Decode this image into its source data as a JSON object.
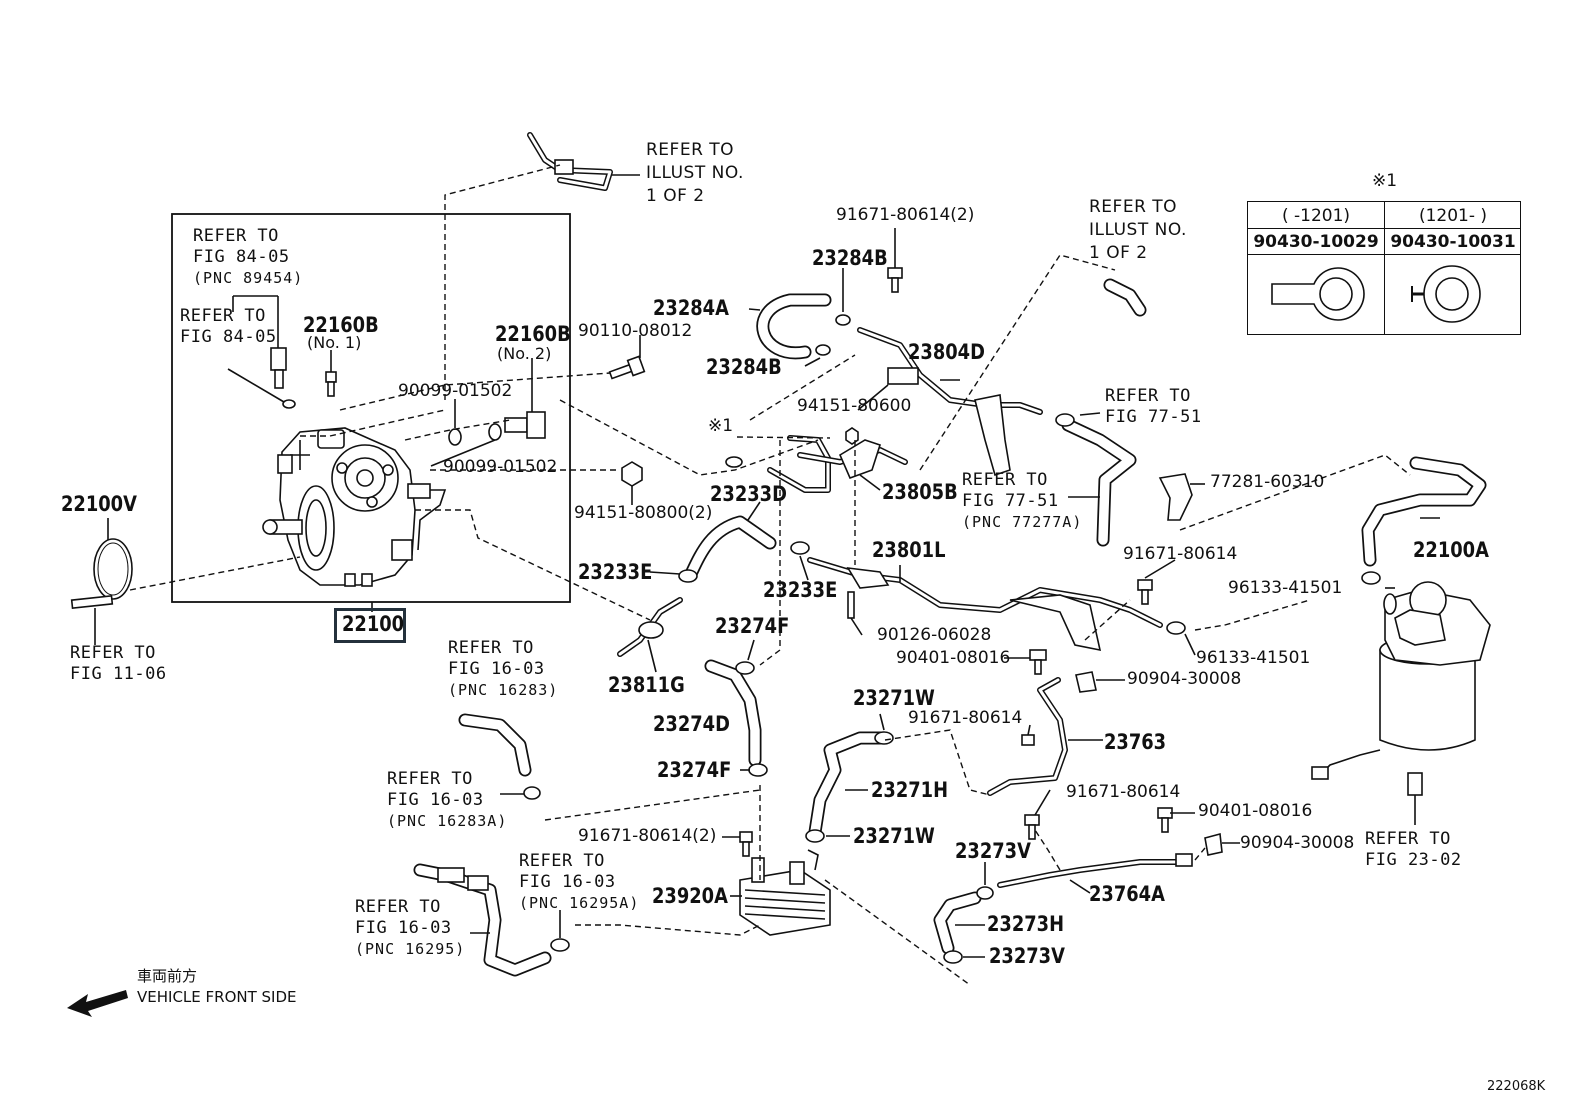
{
  "diagram_id": "222068K",
  "front_side": {
    "jp": "車両前方",
    "en": "VEHICLE FRONT SIDE"
  },
  "table": {
    "marker": "※1",
    "col1_range": "(      -1201)",
    "col2_range": "(1201-      )",
    "col1_part": "90430-10029",
    "col2_part": "90430-10031"
  },
  "refs": {
    "illust_top_left": [
      "REFER TO",
      "ILLUST NO.",
      "1 OF 2"
    ],
    "illust_top_right": [
      "REFER TO",
      "ILLUST NO.",
      "1 OF 2"
    ],
    "fig_84_05_a": [
      "REFER TO",
      "FIG 84-05",
      "(PNC 89454)"
    ],
    "fig_84_05_b": [
      "REFER TO",
      "FIG 84-05"
    ],
    "fig_11_06": [
      "REFER TO",
      "FIG 11-06"
    ],
    "fig_77_51_a": [
      "REFER TO",
      "FIG 77-51"
    ],
    "fig_77_51_b": [
      "REFER TO",
      "FIG 77-51",
      "(PNC 77277A)"
    ],
    "fig_16_03_a": [
      "REFER TO",
      "FIG 16-03",
      "(PNC 16283)"
    ],
    "fig_16_03_b": [
      "REFER TO",
      "FIG 16-03",
      "(PNC 16283A)"
    ],
    "fig_16_03_c": [
      "REFER TO",
      "FIG 16-03",
      "(PNC 16295A)"
    ],
    "fig_16_03_d": [
      "REFER TO",
      "FIG 16-03",
      "(PNC 16295)"
    ],
    "fig_23_02": [
      "REFER TO",
      "FIG 23-02"
    ]
  },
  "labels": {
    "p22100": "22100",
    "p22100v": "22100V",
    "p22160b1": "22160B",
    "p22160b1_sub": "(No. 1)",
    "p22160b2": "22160B",
    "p22160b2_sub": "(No. 2)",
    "p90099a": "90099-01502",
    "p90099b": "90099-01502",
    "p90110": "90110-08012",
    "p94151_800": "94151-80800(2)",
    "p23284a": "23284A",
    "p23284b1": "23284B",
    "p23284b2": "23284B",
    "p91671_2a": "91671-80614(2)",
    "p23804d": "23804D",
    "p94151_600": "94151-80600",
    "x1": "※1",
    "p23805b": "23805B",
    "p23233d": "23233D",
    "p23233e1": "23233E",
    "p23233e2": "23233E",
    "p23801l": "23801L",
    "p77281": "77281-60310",
    "p91671_a": "91671-80614",
    "p22100a": "22100A",
    "p96133a": "96133-41501",
    "p96133b": "96133-41501",
    "p23811g": "23811G",
    "p23274f1": "23274F",
    "p90126": "90126-06028",
    "p90401a": "90401-08016",
    "p90904a": "90904-30008",
    "p23274d": "23274D",
    "p23271w1": "23271W",
    "p91671_b": "91671-80614",
    "p23763": "23763",
    "p23274f2": "23274F",
    "p23271h": "23271H",
    "p91671_c": "91671-80614",
    "p90401b": "90401-08016",
    "p91671_2b": "91671-80614(2)",
    "p23271w2": "23271W",
    "p23273v1": "23273V",
    "p90904b": "90904-30008",
    "p23920a": "23920A",
    "p23764a": "23764A",
    "p23273h": "23273H",
    "p23273v2": "23273V"
  }
}
